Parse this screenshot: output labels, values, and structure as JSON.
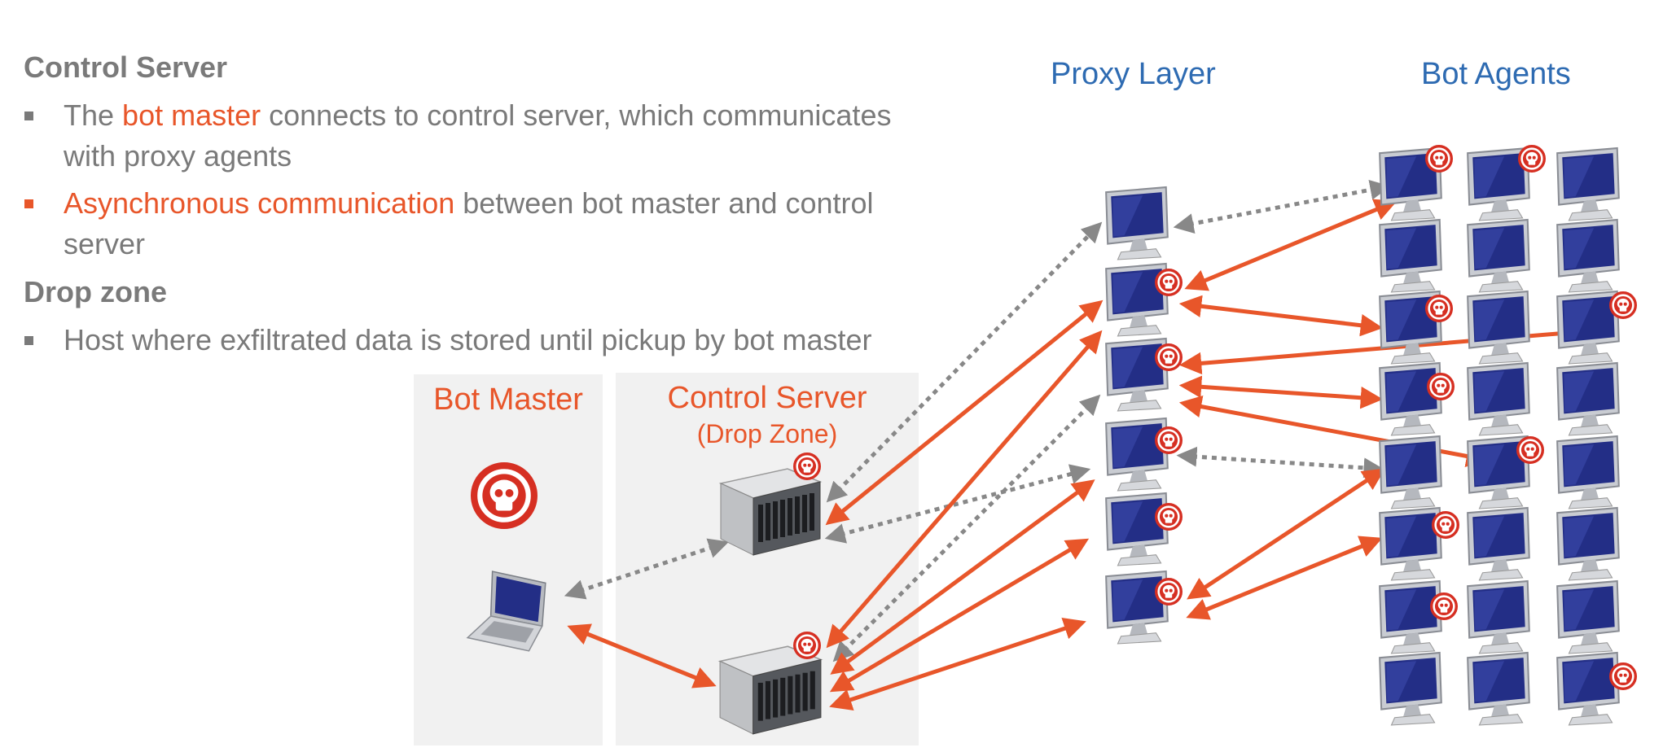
{
  "text": {
    "heading1": "Control Server",
    "bullet1": {
      "pre": "The ",
      "highlight": "bot master",
      "post": " connects to control server, which communicates with proxy agents"
    },
    "bullet2": {
      "highlight": "Asynchronous communication",
      "post": " between bot master and control server"
    },
    "heading2": "Drop zone",
    "bullet3": "Host where exfiltrated data is stored until pickup by bot master"
  },
  "diagram": {
    "bot_master_label": "Bot Master",
    "control_server_label": "Control Server",
    "drop_zone_label": "(Drop Zone)",
    "proxy_layer_label": "Proxy Layer",
    "bot_agents_label": "Bot Agents"
  },
  "colors": {
    "gray_text": "#7a7a7a",
    "orange_accent": "#e8562a",
    "blue_title": "#2e6bb2",
    "panel_bg": "#f1f1f1",
    "dotted_arrow": "#888888"
  },
  "icons": {
    "computer": "monitor-icon",
    "server": "server-rack-icon",
    "laptop": "laptop-icon",
    "skull": "skull-badge-icon"
  }
}
